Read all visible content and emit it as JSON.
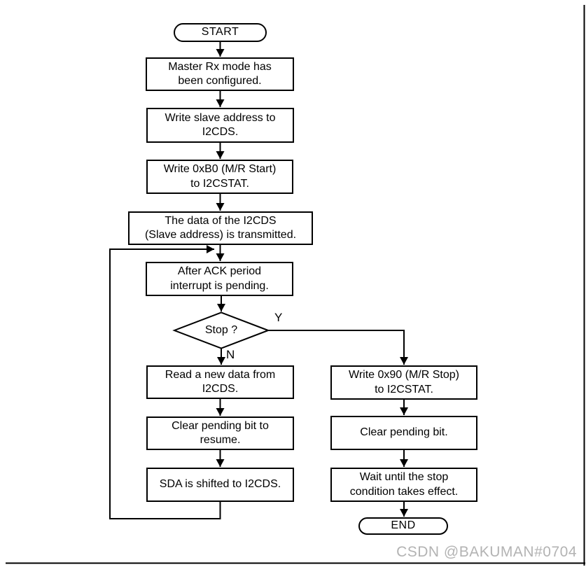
{
  "diagram": {
    "nodes": {
      "start": "START",
      "master_rx_configured": "Master Rx mode has\nbeen configured.",
      "write_slave_address": "Write slave address to\nI2CDS.",
      "write_0xb0": "Write 0xB0 (M/R Start)\nto I2CSTAT.",
      "data_transmitted": "The data of the I2CDS\n(Slave address) is transmitted.",
      "ack_interrupt_pending": "After ACK period\ninterrupt is pending.",
      "stop_decision": "Stop ?",
      "read_new_data": "Read a new data from\nI2CDS.",
      "clear_pending_resume": "Clear pending bit to\nresume.",
      "sda_shifted": "SDA is shifted to I2CDS.",
      "write_0x90": "Write 0x90 (M/R Stop)\nto I2CSTAT.",
      "clear_pending": "Clear pending bit.",
      "wait_stop_condition": "Wait until the stop\ncondition takes effect.",
      "end": "END"
    },
    "edge_labels": {
      "yes": "Y",
      "no": "N"
    },
    "watermark": "CSDN @BAKUMAN#0704",
    "colors": {
      "line": "#000000",
      "text": "#000000",
      "watermark": "#b3b3b3",
      "background": "#ffffff"
    }
  }
}
